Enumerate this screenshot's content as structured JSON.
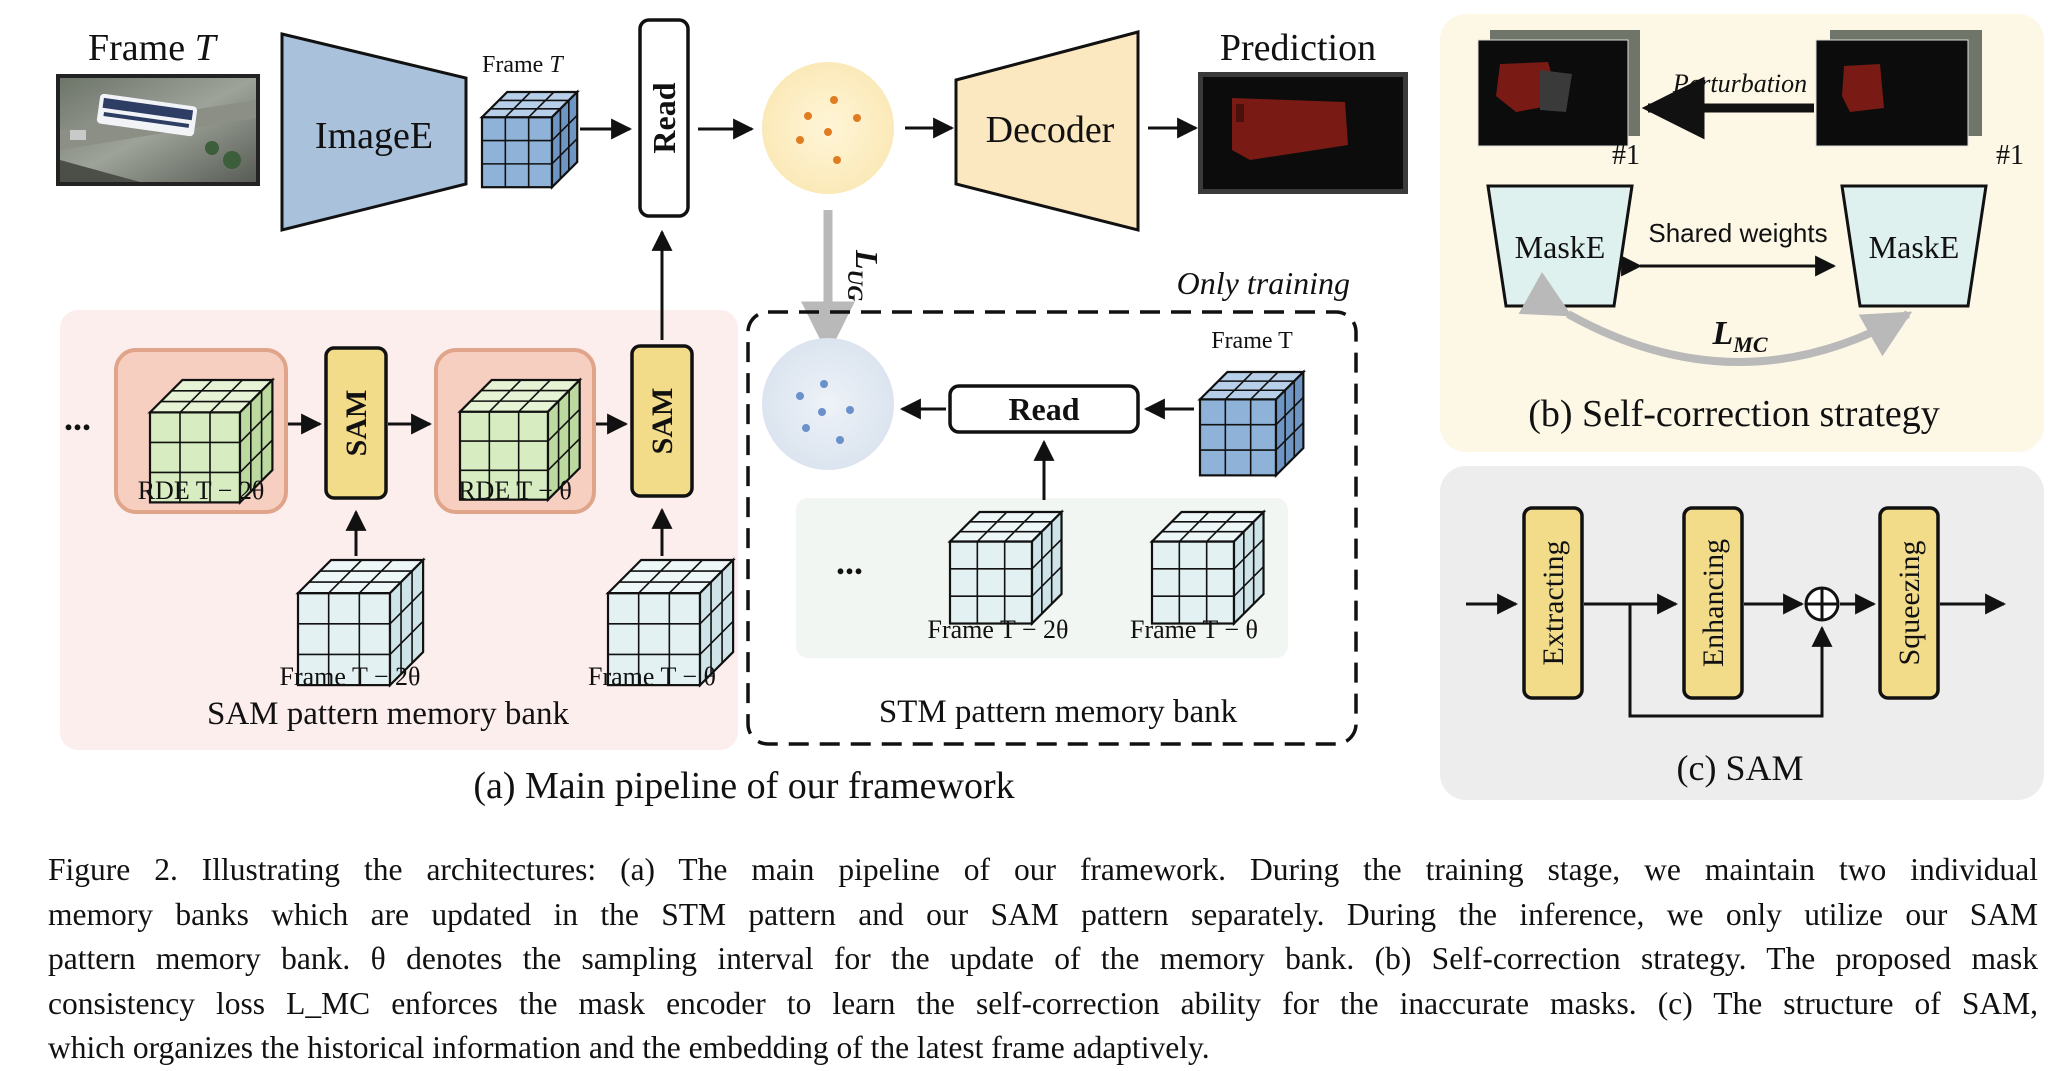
{
  "panel_a": {
    "frame_t_label_prefix": "Frame",
    "frame_t_label_var": "T",
    "image_encoder_label": "ImageE",
    "feature_label_prefix": "Frame",
    "feature_label_var": "T",
    "read_label": "Read",
    "decoder_label": "Decoder",
    "prediction_label": "Prediction",
    "loss_ug_main": "L",
    "loss_ug_sub": "UG",
    "ellipsis": "...",
    "rde_2theta_label": "RDE T − 2θ",
    "rde_theta_label": "RDE T − θ",
    "sam_label": "SAM",
    "frame_2theta_label": "Frame T − 2θ",
    "frame_theta_label": "Frame T − θ",
    "sam_bank_label": "SAM pattern memory bank",
    "only_training_label": "Only training",
    "stm_read_label": "Read",
    "stm_frame_t_label": "Frame T",
    "stm_frame_2theta_label": "Frame T − 2θ",
    "stm_frame_theta_label": "Frame T − θ",
    "stm_bank_label": "STM pattern memory bank",
    "title": "(a) Main pipeline of our framework"
  },
  "panel_b": {
    "perturbation_label": "Perturbation",
    "index_left": "#1",
    "index_right": "#1",
    "maske_left": "MaskE",
    "maske_right": "MaskE",
    "shared_weights_label": "Shared weights",
    "loss_mc_main": "L",
    "loss_mc_sub": "MC",
    "title": "(b) Self-correction strategy"
  },
  "panel_c": {
    "extracting_label": "Extracting",
    "enhancing_label": "Enhancing",
    "squeezing_label": "Squeezing",
    "title": "(c) SAM"
  },
  "caption": {
    "lines": [
      "Figure 2. Illustrating the architectures: (a) The main pipeline of our framework. During the training stage, we maintain two individual",
      "memory banks which are updated in the STM pattern and our SAM pattern separately. During the inference, we only utilize our SAM",
      "pattern memory bank. θ denotes the sampling interval for the update of the memory bank. (b) Self-correction strategy. The proposed mask",
      "consistency loss L_MC enforces the mask encoder to learn the self-correction ability for the inaccurate masks. (c) The structure of SAM,",
      "which organizes the historical information and the embedding of the latest frame adaptively."
    ]
  },
  "colors": {
    "image_encoder": "#a9c1da",
    "decoder": "#fbe8c0",
    "sam_block": "#f2dc8a",
    "rde_box": "#f6cfc0",
    "sam_bank_bg": "#fdeeee",
    "panel_b_bg": "#fdf7e6",
    "panel_c_bg": "#ededed",
    "mask_red": "#7a1a14",
    "loss_arrow": "#b9b9b9",
    "maske_fill": "#dff1ef"
  }
}
